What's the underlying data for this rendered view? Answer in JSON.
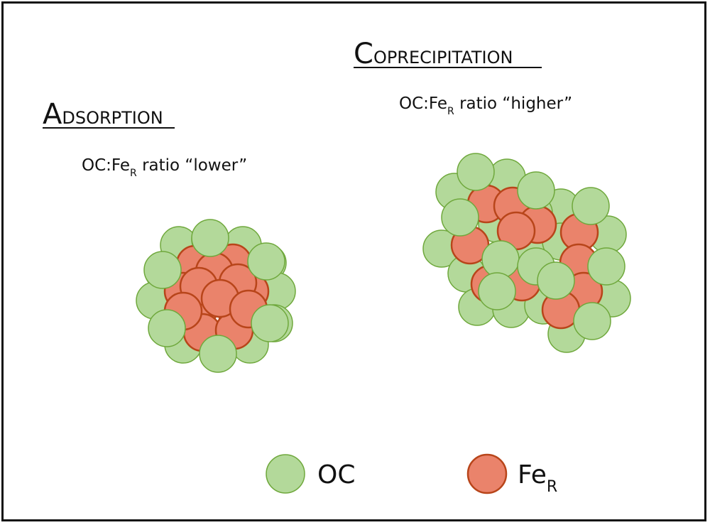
{
  "adsorption": {
    "title_initial": "A",
    "title_rest": "DSORPTION",
    "ratio_prefix": "OC:Fe",
    "ratio_subscript": "R",
    "ratio_suffix": " ratio “lower”"
  },
  "coprecipitation": {
    "title_initial": "C",
    "title_rest": "OPRECIPITATION",
    "ratio_prefix": "OC:Fe",
    "ratio_subscript": "R",
    "ratio_suffix": " ratio “higher”"
  },
  "legend": {
    "oc_label": "OC",
    "fe_label": "Fe",
    "fe_subscript": "R"
  },
  "colors": {
    "oc_fill": "#b3d99a",
    "oc_stroke": "#6fa83c",
    "fe_fill": "#ea836b",
    "fe_stroke": "#b8451a"
  }
}
